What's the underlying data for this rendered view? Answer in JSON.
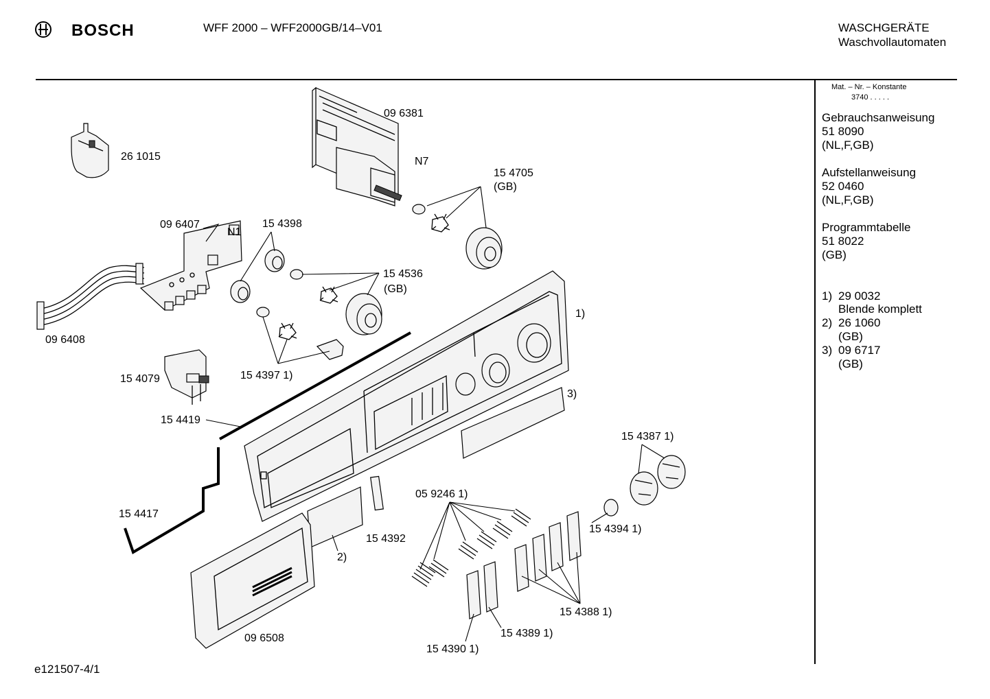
{
  "header": {
    "brand": "BOSCH",
    "model": "WFF 2000 – WFF2000GB/14–V01",
    "category_line1": "WASCHGERÄTE",
    "category_line2": "Waschvollautomaten"
  },
  "sidebar": {
    "matnr_label": "Mat. – Nr. – Konstante",
    "matnr_value": "3740  .  .  .  .  .",
    "docs": [
      {
        "title": "Gebrauchsanweisung",
        "number": "51 8090",
        "lang": "(NL,F,GB)"
      },
      {
        "title": "Aufstellanweisung",
        "number": "52 0460",
        "lang": "(NL,F,GB)"
      },
      {
        "title": "Programmtabelle",
        "number": "51 8022",
        "lang": "(GB)"
      }
    ],
    "notes": [
      {
        "key": "1)",
        "line1": "29 0032",
        "line2": "Blende komplett"
      },
      {
        "key": "2)",
        "line1": "26 1060",
        "line2": "(GB)"
      },
      {
        "key": "3)",
        "line1": "09 6717",
        "line2": "(GB)"
      }
    ]
  },
  "parts": {
    "p261015": "26 1015",
    "p096381": "09 6381",
    "n7": "N7",
    "p154705": "15 4705",
    "p154705_gb": "(GB)",
    "p096407": "09 6407",
    "n1": "N1",
    "p154398": "15 4398",
    "p154536": "15 4536",
    "p154536_gb": "(GB)",
    "p096408": "09 6408",
    "p154397": "15 4397 1)",
    "p154079": "15 4079",
    "p154419": "15 4419",
    "panel_note1": "1)",
    "panel_note3": "3)",
    "p154387": "15 4387 1)",
    "p154417": "15 4417",
    "p059246": "05 9246 1)",
    "p154394": "15 4394 1)",
    "p154392": "15 4392",
    "drawer_note2": "2)",
    "p154388": "15 4388 1)",
    "p154389": "15 4389 1)",
    "p154390": "15 4390 1)",
    "p096508": "09 6508"
  },
  "footer": {
    "code": "e121507-4/1"
  }
}
